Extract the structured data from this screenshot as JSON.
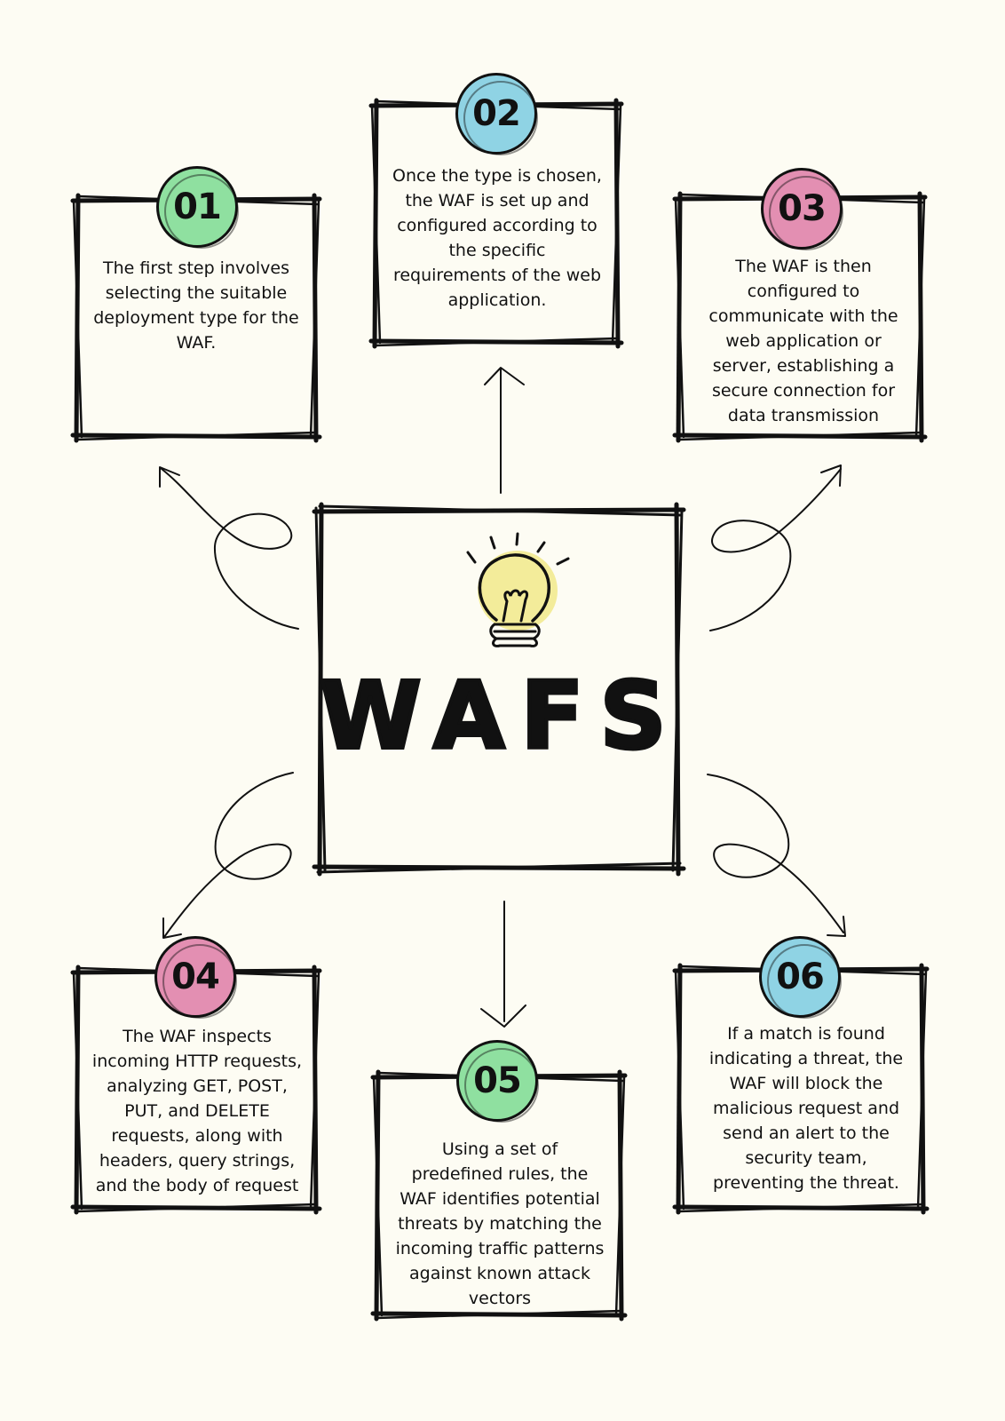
{
  "title": "WAFS",
  "steps": [
    {
      "number": "01",
      "color": "#8fe0a0",
      "text": "The first step involves selecting the suitable deployment type for the WAF."
    },
    {
      "number": "02",
      "color": "#8fd3e4",
      "text": "Once the type is chosen, the WAF is set up and configured according to the specific requirements of the web application."
    },
    {
      "number": "03",
      "color": "#e38fb2",
      "text": "The WAF is then configured to communicate with the web application or server, establishing a secure connection for data transmission"
    },
    {
      "number": "04",
      "color": "#e38fb2",
      "text": "The WAF inspects incoming HTTP requests, analyzing GET, POST, PUT, and DELETE requests, along with headers, query strings, and the body of request"
    },
    {
      "number": "05",
      "color": "#8fe0a0",
      "text": "Using a set of predefined rules, the WAF identifies potential threats by matching the incoming traffic patterns against known attack vectors"
    },
    {
      "number": "06",
      "color": "#8fd3e4",
      "text": "If a match is found indicating a threat, the WAF will block the malicious request and send an alert to the security team, preventing the threat."
    }
  ],
  "colors": {
    "background": "#fdfcf3",
    "bulb": "#f3ec9a",
    "ink": "#111111"
  },
  "icons": {
    "center": "lightbulb-icon"
  }
}
